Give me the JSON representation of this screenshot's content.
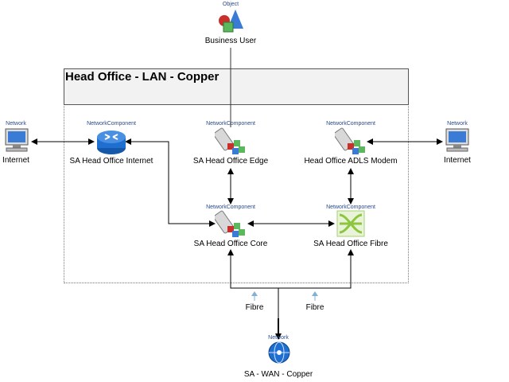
{
  "boundary": {
    "title": "Head Office - LAN - Copper"
  },
  "nodes": {
    "business_user": {
      "stereotype": "Object",
      "label": "Business User"
    },
    "internet_left": {
      "stereotype": "Network",
      "label": "Internet"
    },
    "internet_right": {
      "stereotype": "Network",
      "label": "Internet"
    },
    "sa_internet": {
      "stereotype": "NetworkComponent",
      "label": "SA Head Office Internet"
    },
    "sa_edge": {
      "stereotype": "NetworkComponent",
      "label": "SA Head Office Edge"
    },
    "adls_modem": {
      "stereotype": "NetworkComponent",
      "label": "Head Office ADLS Modem"
    },
    "sa_core": {
      "stereotype": "NetworkComponent",
      "label": "SA Head Office Core"
    },
    "sa_fibre": {
      "stereotype": "NetworkComponent",
      "label": "SA Head Office Fibre"
    },
    "wan": {
      "stereotype": "Network",
      "label": "SA - WAN - Copper"
    }
  },
  "edges": {
    "fibre_left": "Fibre",
    "fibre_right": "Fibre"
  },
  "colors": {
    "router": "#1f6fd1",
    "server": "#d8d8d8",
    "green": "#5cb85c",
    "red": "#c9302c",
    "blue": "#3a7bd5",
    "fibre": "#8cc63f"
  }
}
